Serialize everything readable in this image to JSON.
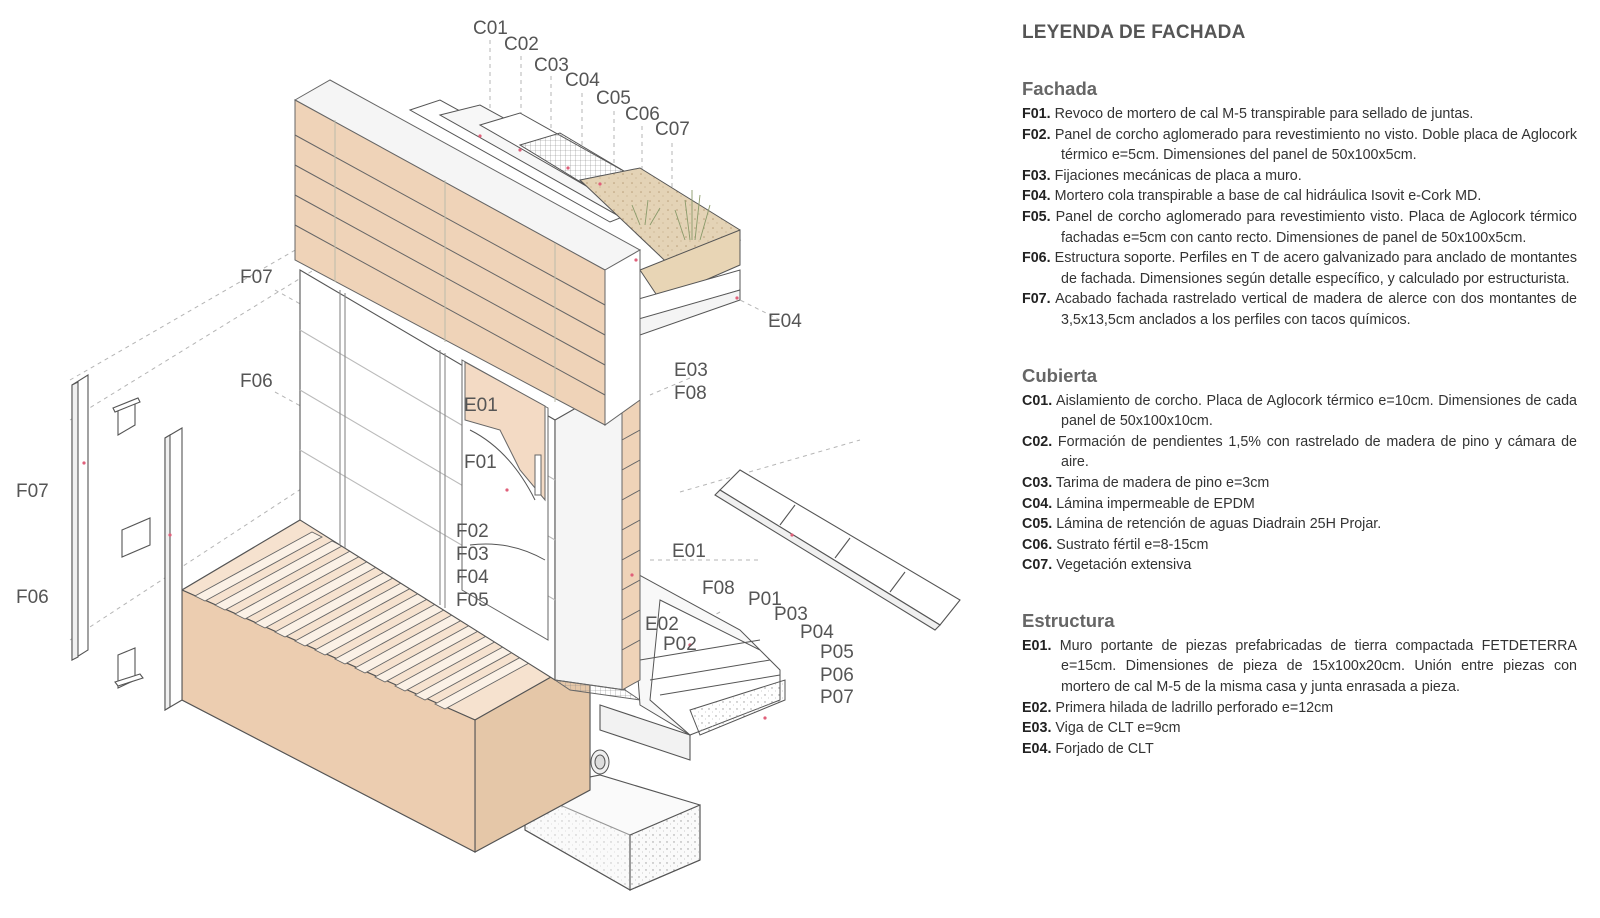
{
  "legend": {
    "title": "LEYENDA DE FACHADA",
    "sections": [
      {
        "title": "Fachada",
        "items": [
          {
            "code": "F01.",
            "text": "Revoco de mortero de cal M-5 transpirable para sellado de juntas."
          },
          {
            "code": "F02.",
            "text": "Panel de corcho aglomerado para revestimiento no visto. Doble placa de Aglocork térmico e=5cm. Dimensiones del panel de 50x100x5cm."
          },
          {
            "code": "F03.",
            "text": "Fijaciones mecánicas de placa a muro."
          },
          {
            "code": "F04.",
            "text": "Mortero cola transpirable a base de cal hidráulica Isovit e-Cork MD."
          },
          {
            "code": "F05.",
            "text": "Panel de corcho aglomerado para revestimiento visto. Placa de Aglocork térmico fachadas e=5cm con canto recto. Dimensiones de panel de 50x100x5cm."
          },
          {
            "code": "F06.",
            "text": "Estructura soporte. Perfiles en T de acero galvanizado para anclado de montantes de fachada. Dimensiones según detalle específico, y calculado por estructurista."
          },
          {
            "code": "F07.",
            "text": "Acabado fachada rastrelado vertical de madera de alerce con dos montantes de 3,5x13,5cm anclados a los perfiles con tacos químicos."
          }
        ]
      },
      {
        "title": "Cubierta",
        "items": [
          {
            "code": "C01.",
            "text": "Aislamiento de corcho. Placa de Aglocork térmico e=10cm. Dimensiones de cada panel de 50x100x10cm."
          },
          {
            "code": "C02.",
            "text": "Formación de pendientes 1,5% con rastrelado de madera de pino y cámara de aire."
          },
          {
            "code": "C03.",
            "text": "Tarima de madera de pino e=3cm"
          },
          {
            "code": "C04.",
            "text": "Lámina impermeable de EPDM"
          },
          {
            "code": "C05.",
            "text": "Lámina de retención de aguas Diadrain 25H Projar."
          },
          {
            "code": "C06.",
            "text": "Sustrato fértil e=8-15cm"
          },
          {
            "code": "C07.",
            "text": "Vegetación extensiva"
          }
        ]
      },
      {
        "title": "Estructura",
        "items": [
          {
            "code": "E01.",
            "text": "Muro portante de piezas prefabricadas de tierra compactada FETDETERRA e=15cm. Dimensiones de pieza de 15x100x20cm. Unión entre piezas con mortero de cal M-5 de la misma casa y junta enrasada a pieza."
          },
          {
            "code": "E02.",
            "text": "Primera hilada de ladrillo perforado e=12cm"
          },
          {
            "code": "E03.",
            "text": "Viga de CLT e=9cm"
          },
          {
            "code": "E04.",
            "text": "Forjado de CLT"
          }
        ]
      }
    ]
  },
  "callouts": [
    "C01",
    "C02",
    "C03",
    "C04",
    "C05",
    "C06",
    "C07",
    "F07",
    "F06",
    "E01",
    "F01",
    "F02",
    "F03",
    "F04",
    "F05",
    "E04",
    "E03",
    "F08",
    "F07",
    "F06",
    "E01",
    "F08",
    "P01",
    "P03",
    "P04",
    "E02",
    "P02",
    "P05",
    "P06",
    "P07"
  ],
  "colors": {
    "cork": "#efd3b8",
    "cork_dark": "#e2c09f",
    "line": "#555555",
    "dashed": "#aaaaaa",
    "marker": "#e0607a",
    "substrate": "#dcc9a9"
  }
}
